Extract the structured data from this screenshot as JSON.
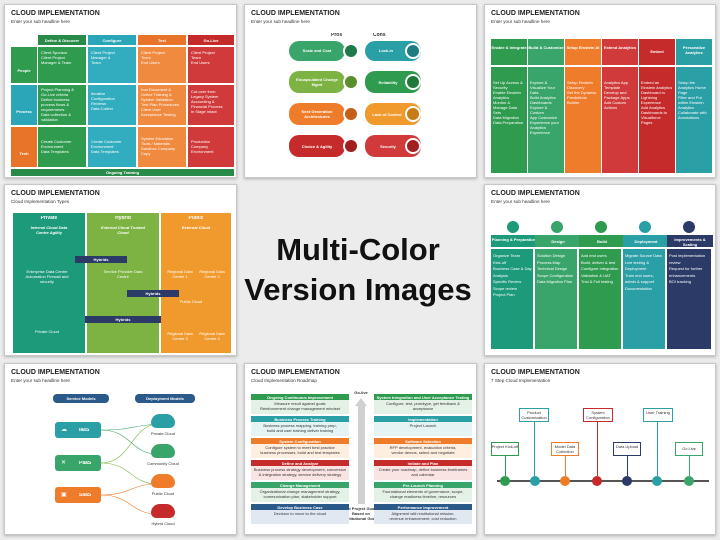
{
  "center": {
    "line1": "Multi-Color",
    "line2": "Version Images"
  },
  "slides": {
    "s1": {
      "title": "CLOUD IMPLEMENTATION",
      "sub": "Enter your sub headline here",
      "cols": [
        "Define & Discover",
        "Configure",
        "Test",
        "Go-Live"
      ],
      "rows": [
        "People",
        "Process",
        "Tech"
      ],
      "footer": "Ongoing Training",
      "cells": [
        [
          "Client Sponsor\nClient Project\nManager & Team",
          "Client Project\nManager &\nTeam",
          "Client Project\nTeam\nEnd Users",
          "Client Project\nTeam\nEnd Users"
        ],
        [
          "Project Planning &\nGo-Live criteria\nDefine business\nprocess flows &\nrequirements\nData collection &\nvalidation",
          "Iterative\nConfiguration\nReviews\nData Collect",
          "Iron Document &\nOnline Training &\nSystem Validation\nTest Plan Procedures\nClient User\nAcceptance Testing",
          "Cut-over from\nLegacy System\nAccounting &\nFinancial Process\nin Stage Intact"
        ],
        [
          "Create Customer\nEnvironment\nData Templates",
          "Create Customer\nEnvironment\nData Templates",
          "System Education\nTools / Materials\nSandbox Company\nCopy",
          "Production\nCompany\nEnvironment"
        ]
      ]
    },
    "s2": {
      "title": "CLOUD IMPLEMENTATION",
      "sub": "Enter your sub headline here",
      "pros": "Pros",
      "cons": "Cons",
      "left": [
        "Scale and Cost",
        "Encapsulated Change Mgmt",
        "Next Generation Architectures",
        "Choice & Agility"
      ],
      "right": [
        "Lock-in",
        "Reliability",
        "Lack of Control",
        "Security"
      ]
    },
    "s3": {
      "title": "CLOUD IMPLEMENTATION",
      "sub": "Enter your sub headline here",
      "heads": [
        "Enable & Integrate",
        "Build & Customize",
        "Setup Einstein AI",
        "Extend Analytics",
        "Embed",
        "Personalize Analytics"
      ],
      "bodies": [
        "Set Up Access & Security\nEnable Einstein Analytics\nMonitor & Manage Data Sets\nData Migration\nData Preparation",
        "Explore & Visualize Your Data\nBuild Analytics Dashboards\nExplore & Custom\nApp Customize\nExperience your Analytics Experience",
        "Setup Einstein Discovery\nSet the Dynamic Predictions Builder",
        "Analytics App Template\nDevelop and Package Apps\nAdd Custom Actions",
        "Embed an Einstein Analytics Dashboard in Lightning Experience\nAdd Analytics Dashboards to Visualforce Pages",
        "Setup the Analytics Home Page\nFilter and Put within Einstein Analytics\nCollaborate with Annotations"
      ]
    },
    "s4": {
      "title": "CLOUD IMPLEMENTATION",
      "sub": "Cloud Implementation Types",
      "cols": [
        "Private",
        "Hybrid",
        "Public"
      ],
      "inner": [
        "Internal Cloud Data Centre Agility",
        "External Cloud Trusted Cloud",
        "External Cloud"
      ],
      "bars": [
        "Hybrids",
        "Hybrids",
        "Hybrids"
      ],
      "private_items": [
        "Enterprise Data Centre Automation Firewall and security",
        "Private Cloud"
      ],
      "hybrid_items": [
        "Service Provider Data Centre"
      ],
      "public_items": [
        "Regional Data Centre 1",
        "Regional Data Centre 2",
        "Public Cloud",
        "Regional Data Centre 3",
        "Regional Data Centre 4"
      ]
    },
    "s5": {
      "title": "CLOUD IMPLEMENTATION",
      "sub": "Enter your sub headline here",
      "steps": [
        "Planning & Preparation",
        "Design",
        "Build",
        "Deployment",
        "Improvements & Scaling"
      ],
      "bodies": [
        "Organize Team\nKick-off\nBusiness Case & Day Analysis\nSpecific Review\nScope review\nProject Plan",
        "Solution Design\nProcess Map\nTechnical Design\nScope Configuration\nData Migration Plan",
        "Add end users\nBuild, deliver & test\nConfigure Integration\nValidation & UAT\nTrial & Full testing",
        "Migrate Source Data\nLive testing & Deployment\nTrain end users, admin & support\nDocumentation",
        "Post implementation review\nRequest for further enhancements\nBOI tracking"
      ]
    },
    "s6": {
      "title": "CLOUD IMPLEMENTATION",
      "sub": "Enter your sub headline here",
      "service": "Service Models",
      "deploy": "Deployment Models",
      "models": [
        "IaaS",
        "PaaS",
        "SaaS"
      ],
      "clouds": [
        "Private Cloud",
        "Community Cloud",
        "Public Cloud",
        "Hybrid Cloud"
      ]
    },
    "s7": {
      "title": "CLOUD IMPLEMENTATION",
      "sub": "Cloud Implementation Roadmap",
      "golive": "Go-live",
      "base": "Set Project Goals Based on Institutional Goals",
      "left": [
        [
          "Ongoing Continuous Improvement",
          "Measure result against goals\nReinforcement change management mindset"
        ],
        [
          "Business Process Training",
          "Business process mapping, training prep,\nbuild and user training deliver training"
        ],
        [
          "System Configuration",
          "Configure system to meet best practice\nbusiness processes, build and test templates"
        ],
        [
          "Define and Analyze",
          "Business process strategy development, conversion\n& integration strategy, service delivery strategy"
        ],
        [
          "Change Management",
          "Organizational change management strategy,\ncommunication plan, stakeholder support"
        ],
        [
          "Develop Business Case",
          "Decision to move to the cloud"
        ]
      ],
      "right": [
        [
          "System Integration and User Acceptance Testing",
          "Configure, test, prototype, get feedback &\nacceptance"
        ],
        [
          "Implementation",
          "Project Launch"
        ],
        [
          "Software Selection",
          "RFP development, evaluation criteria,\nvendor demos, select and negotiate"
        ],
        [
          "Initiate and Plan",
          "Create your roadmap, define business timeframes\nand calendar"
        ],
        [
          "Pre-Launch Planning",
          "Foundational elements of governance, scope,\nchange readiness timeline, resources"
        ],
        [
          "Performance Improvement",
          "Alignment with institutional mission,\nrevenue enhancement, cost reduction"
        ]
      ]
    },
    "s8": {
      "title": "CLOUD IMPLEMENTATION",
      "sub": "7 Step Cloud Implementation",
      "top": [
        "Product Customization",
        "System Configuration",
        "User Training"
      ],
      "bottom": [
        "Project Kick-off",
        "Model Data Collection",
        "Data Upload",
        "Go Live"
      ]
    }
  }
}
